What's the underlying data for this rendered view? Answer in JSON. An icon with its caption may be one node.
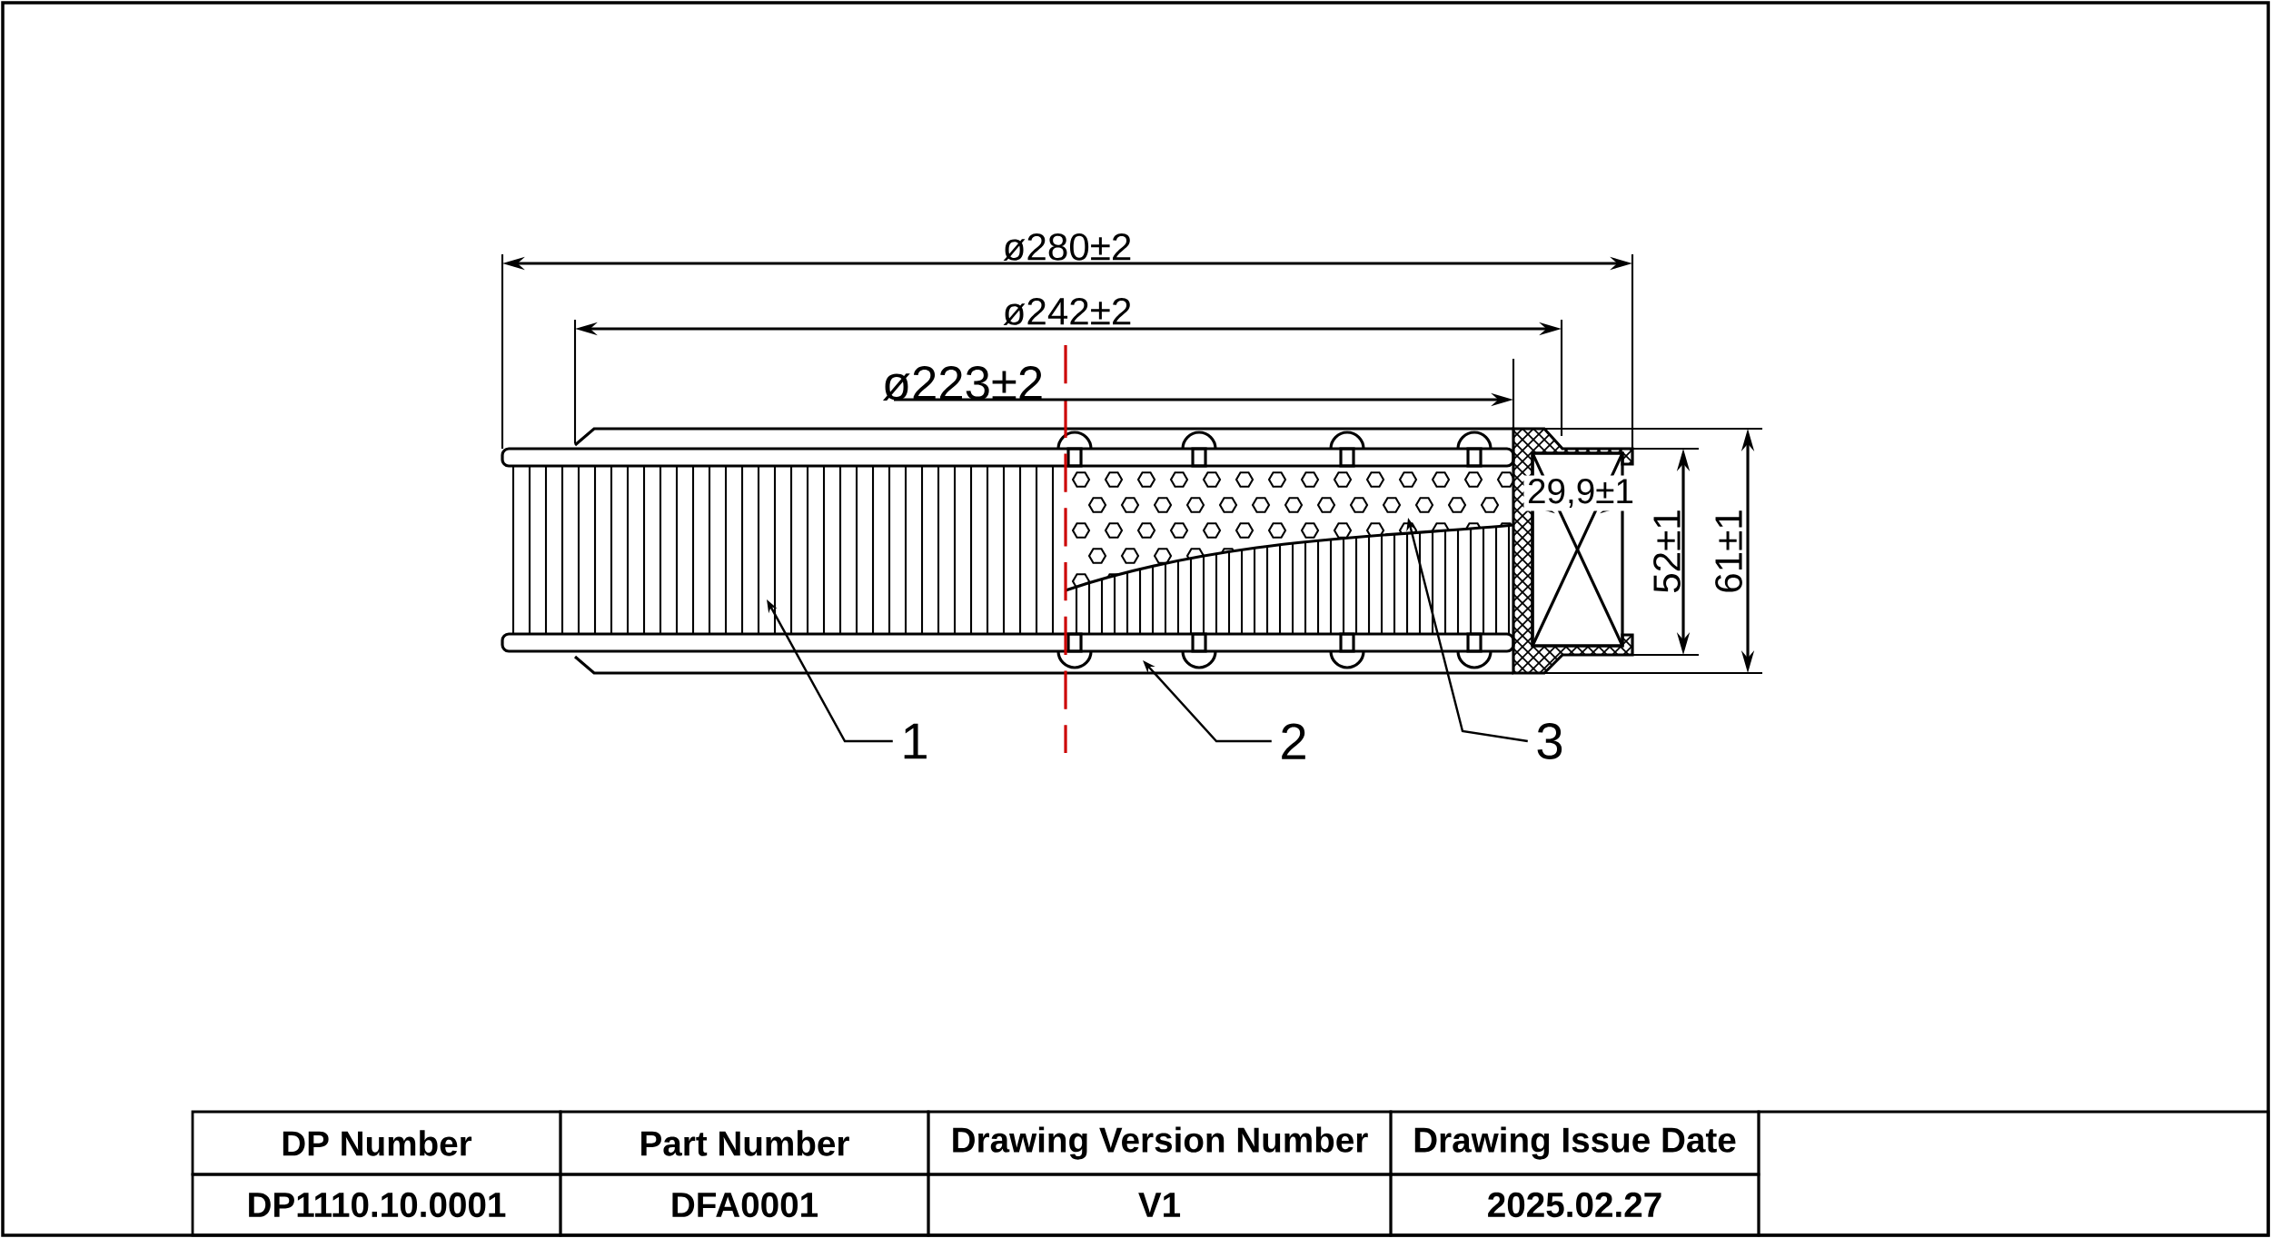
{
  "diagram": {
    "nodes": [
      {
        "text": [
          "1"
        ]
      },
      {
        "text": [
          "2"
        ]
      },
      {
        "text": [
          "3"
        ]
      }
    ],
    "edges": [
      {
        "from": 0,
        "to": null,
        "arrow": "to"
      },
      {
        "from": 1,
        "to": null,
        "arrow": "to"
      },
      {
        "from": 2,
        "to": null,
        "arrow": "to"
      }
    ],
    "labels": [
      "ø280±2",
      "ø242±2",
      "ø223±2",
      "29,9±1",
      "52±1",
      "61±1",
      "DP Number",
      "Part Number",
      "Drawing Version Number",
      "Drawing Issue Date",
      "DP1110.10.0001",
      "DFA0001",
      "V1",
      "2025.02.27"
    ]
  }
}
